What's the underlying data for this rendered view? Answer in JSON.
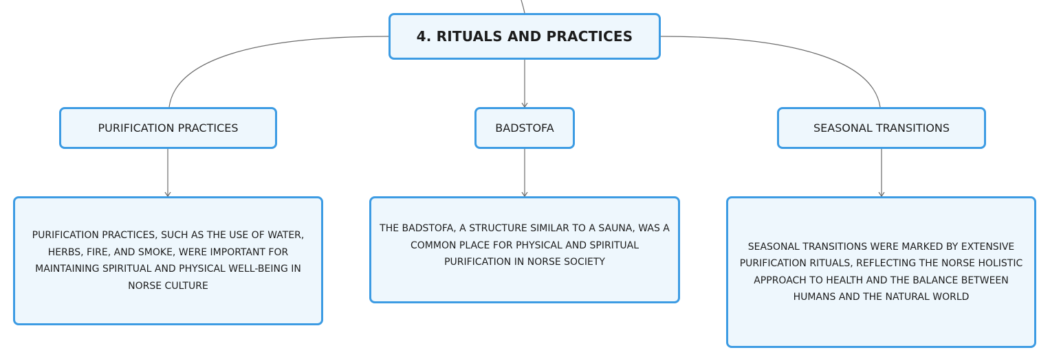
{
  "root": {
    "label": "4. RITUALS AND PRACTICES"
  },
  "topics": [
    {
      "label": "PURIFICATION PRACTICES",
      "detail": "PURIFICATION PRACTICES, SUCH AS THE USE OF WATER, HERBS, FIRE, AND SMOKE, WERE IMPORTANT FOR MAINTAINING SPIRITUAL AND PHYSICAL WELL-BEING IN NORSE CULTURE"
    },
    {
      "label": "BADSTOFA",
      "detail": "THE BADSTOFA, A STRUCTURE SIMILAR TO A SAUNA, WAS A COMMON PLACE FOR PHYSICAL AND SPIRITUAL PURIFICATION IN NORSE SOCIETY"
    },
    {
      "label": "SEASONAL TRANSITIONS",
      "detail": "SEASONAL TRANSITIONS WERE MARKED BY EXTENSIVE PURIFICATION RITUALS, REFLECTING THE NORSE HOLISTIC APPROACH TO HEALTH AND THE BALANCE BETWEEN HUMANS AND THE NATURAL WORLD"
    }
  ],
  "colors": {
    "node_border": "#3c9be3",
    "node_fill": "#eef7fd",
    "connector": "#6b6b6b"
  }
}
